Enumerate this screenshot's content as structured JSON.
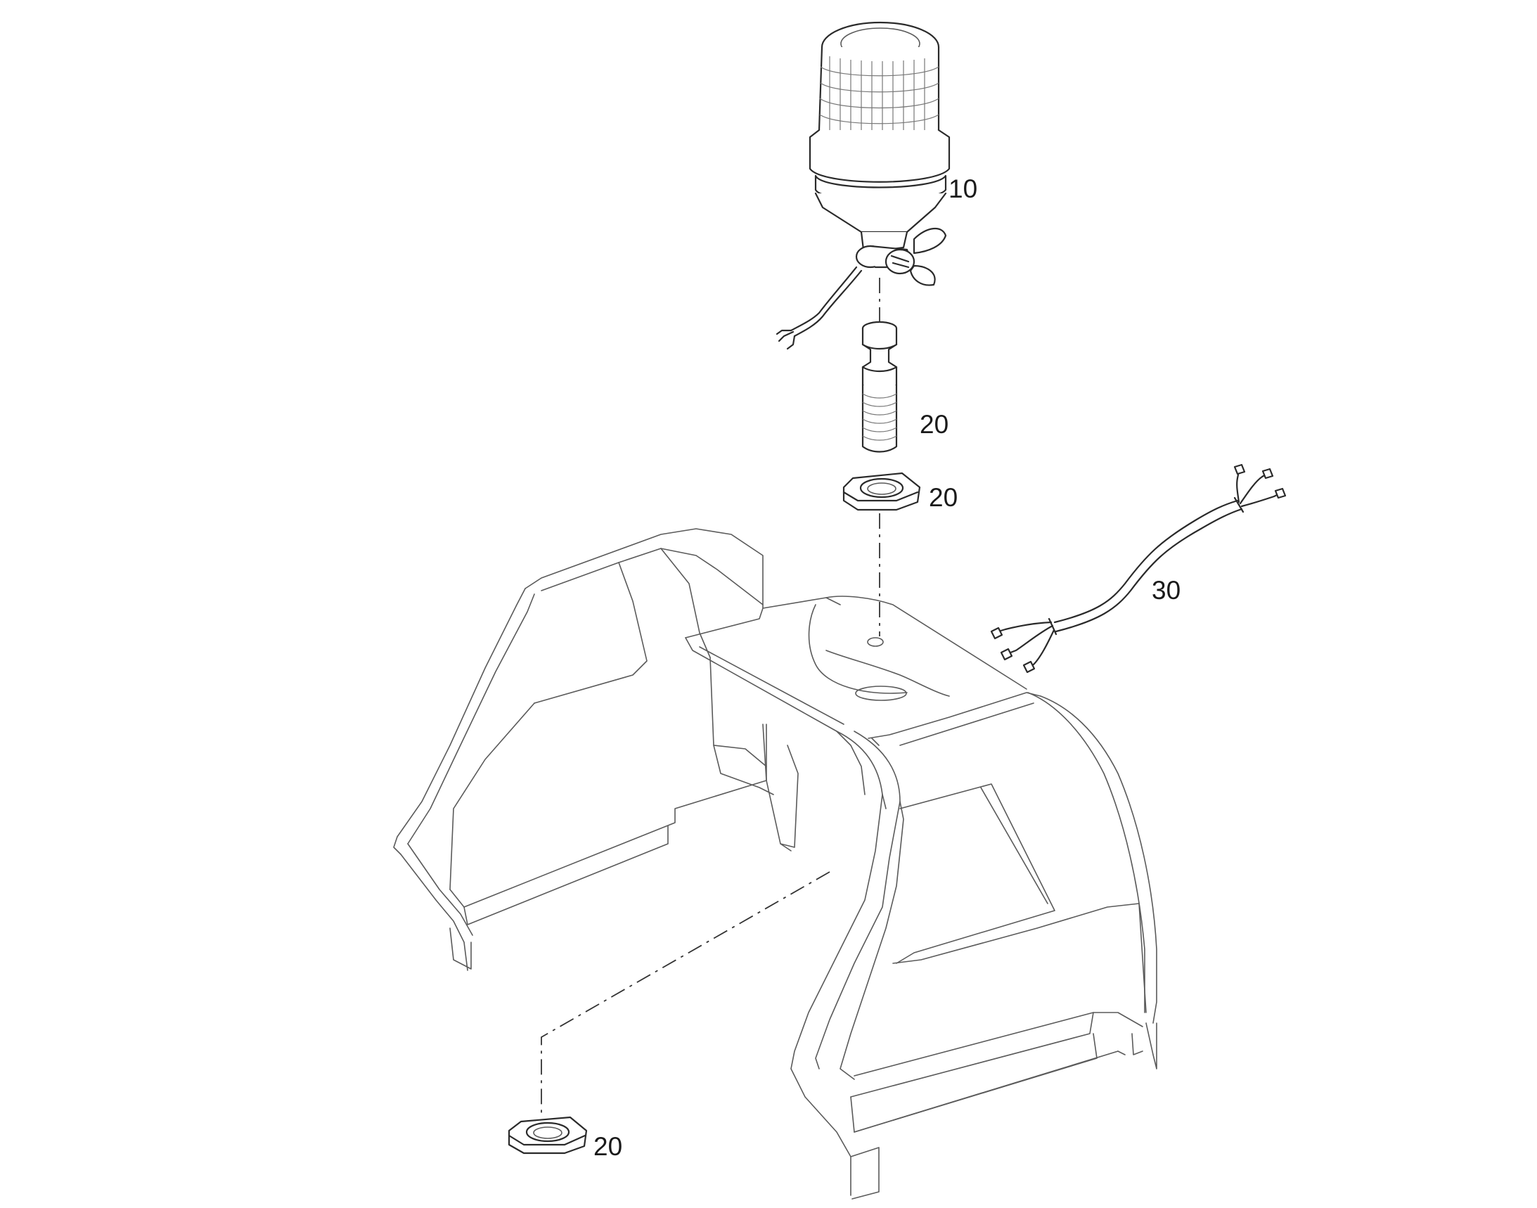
{
  "parts": [
    {
      "id": "beacon",
      "callout": "10",
      "name": "beacon-light"
    },
    {
      "id": "mount-pin",
      "callout": "20",
      "name": "mounting-pin"
    },
    {
      "id": "top-nut",
      "callout": "20",
      "name": "hex-nut-top"
    },
    {
      "id": "harness",
      "callout": "30",
      "name": "wiring-harness"
    },
    {
      "id": "bottom-nut",
      "callout": "20",
      "name": "hex-nut-bottom"
    }
  ],
  "colors": {
    "line": "#5a5a5a",
    "dark": "#2a2a2a",
    "background": "#ffffff"
  }
}
